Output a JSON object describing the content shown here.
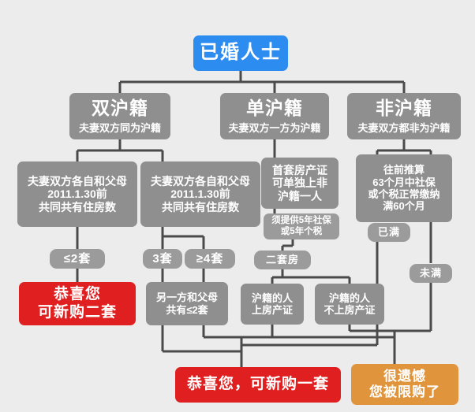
{
  "page": {
    "title": "已婚人士购房资格流程图",
    "background_color": "#ececec",
    "colors": {
      "root": "#2d8cf0",
      "step": "#8f8f8f",
      "label": "#9b9b9b",
      "success": "#e02020",
      "warning": "#e0943c",
      "line": "#4a4a4a",
      "text": "#ffffff"
    }
  },
  "root": {
    "label": "已婚人士"
  },
  "branches": [
    {
      "title": "双沪籍",
      "subtitle": "夫妻双方同为沪籍"
    },
    {
      "title": "单沪籍",
      "subtitle": "夫妻双方一方为沪籍"
    },
    {
      "title": "非沪籍",
      "subtitle": "夫妻双方都非为沪籍"
    }
  ],
  "steps": {
    "hu_count_left": {
      "line1": "夫妻双方各自和父母",
      "line2": "2011.1.30前",
      "line3": "共同共有住房数"
    },
    "hu_count_right": {
      "line1": "夫妻双方各自和父母",
      "line2": "2011.1.30前",
      "line3": "共同共有住房数"
    },
    "first_cert": {
      "line1": "首套房产证",
      "line2": "可单独上非",
      "line3": "沪籍一人"
    },
    "social_5y": {
      "line1": "须提供5年社保",
      "line2": "或5年个税"
    },
    "social_63m": {
      "line1": "往前推算",
      "line2": "63个月中社保",
      "line3": "或个税正常缴纳",
      "line4": "满60个月"
    },
    "other_party": {
      "line1": "另一方和父母",
      "line2": "共有≤2套"
    },
    "hu_on_cert": {
      "line1": "沪籍的人",
      "line2": "上房产证"
    },
    "hu_not_on_cert": {
      "line1": "沪籍的人",
      "line2": "不上房产证"
    }
  },
  "edge_labels": {
    "le2": "≤2套",
    "three": "3套",
    "ge4": "≥4套",
    "second_home": "二套房",
    "met": "已满",
    "not_met": "未满"
  },
  "results": {
    "two_more": {
      "line1": "恭喜您",
      "line2": "可新购二套"
    },
    "one_more": {
      "line1": "恭喜您，可新购一套"
    },
    "limited": {
      "line1": "很遗憾",
      "line2": "您被限购了"
    }
  }
}
